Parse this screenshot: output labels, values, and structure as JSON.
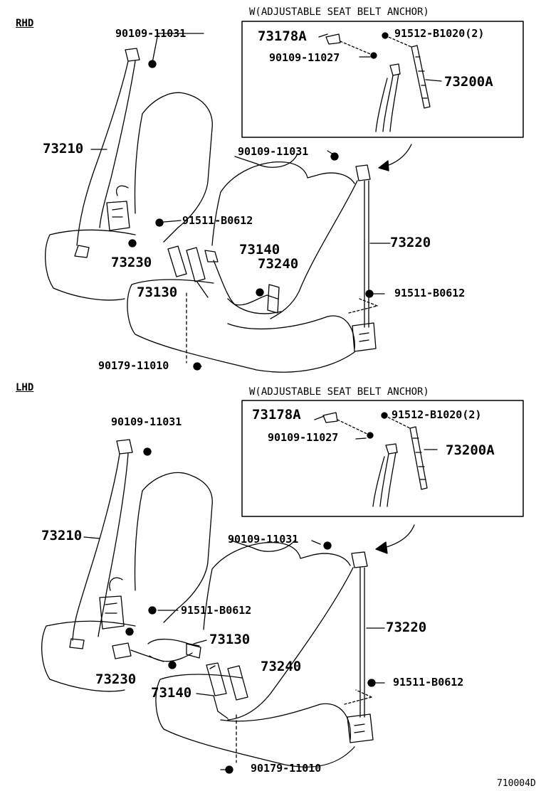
{
  "figure_id": "710004D",
  "sections": [
    {
      "label": "RHD",
      "inset_title": "W(ADJUSTABLE SEAT BELT ANCHOR)",
      "inset_parts": [
        "73178A",
        "91512-B1020(2)",
        "90109-11027",
        "73200A"
      ],
      "parts": [
        "90109-11031",
        "73210",
        "91511-B0612",
        "73140",
        "73230",
        "73240",
        "73130",
        "90109-11031",
        "73220",
        "91511-B0612",
        "90179-11010"
      ]
    },
    {
      "label": "LHD",
      "inset_title": "W(ADJUSTABLE SEAT BELT ANCHOR)",
      "inset_parts": [
        "73178A",
        "91512-B1020(2)",
        "90109-11027",
        "73200A"
      ],
      "parts": [
        "90109-11031",
        "73210",
        "90109-11031",
        "91511-B0612",
        "73130",
        "73220",
        "73230",
        "73240",
        "73140",
        "91511-B0612",
        "90179-11010"
      ]
    }
  ]
}
